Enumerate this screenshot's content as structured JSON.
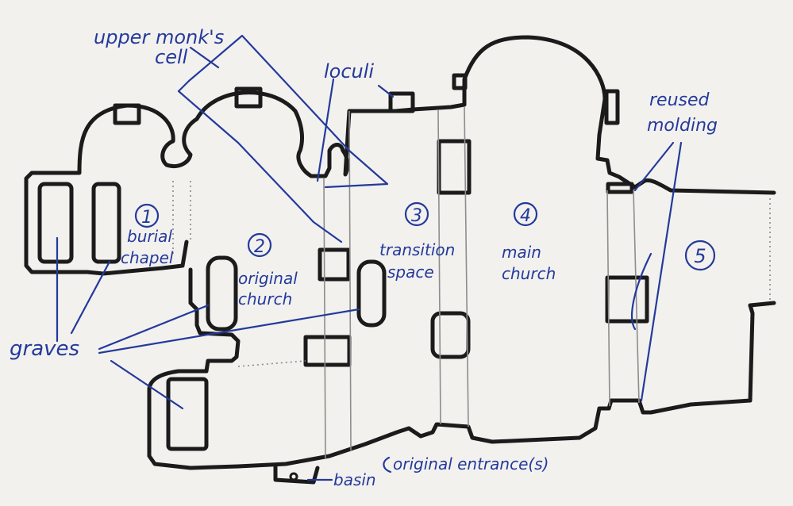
{
  "labels": {
    "upper_monks_cell": [
      "upper monk's",
      "cell"
    ],
    "loculi": "loculi",
    "reused_molding": [
      "reused",
      "molding"
    ],
    "graves": "graves",
    "basin": "basin",
    "original_entrances": "original entrance(s)"
  },
  "rooms": [
    {
      "number": "1",
      "name": [
        "burial",
        "chapel"
      ]
    },
    {
      "number": "2",
      "name": [
        "original",
        "church"
      ]
    },
    {
      "number": "3",
      "name": [
        "transition",
        "space"
      ]
    },
    {
      "number": "4",
      "name": [
        "main",
        "church"
      ]
    },
    {
      "number": "5",
      "name": []
    }
  ],
  "colors": {
    "ink": "#233a9c",
    "wall": "#1b1b1b",
    "paper": "#f3f1ee",
    "pencil": "#8d8d8d"
  }
}
